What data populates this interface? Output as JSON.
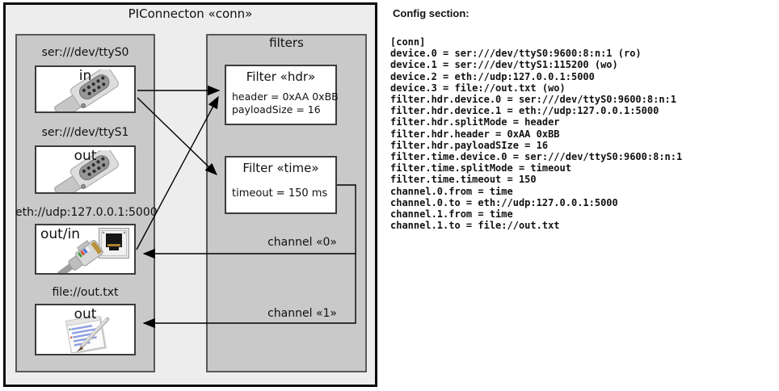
{
  "diagram": {
    "title": "PIConnecton «conn»",
    "filters_panel_title": "filters",
    "devices": [
      {
        "uri": "ser:///dev/ttyS0",
        "mode": "in",
        "icon": "serial-connector"
      },
      {
        "uri": "ser:///dev/ttyS1",
        "mode": "out",
        "icon": "serial-connector"
      },
      {
        "uri": "eth://udp:127.0.0.1:5000",
        "mode": "out/in",
        "icon": "ethernet-connector"
      },
      {
        "uri": "file://out.txt",
        "mode": "out",
        "icon": "notepad"
      }
    ],
    "filters": [
      {
        "title": "Filter «hdr»",
        "props": [
          "header = 0xAA 0xBB",
          "payloadSize = 16"
        ]
      },
      {
        "title": "Filter «time»",
        "props": [
          "timeout = 150 ms"
        ]
      }
    ],
    "channels": [
      {
        "label": "channel «0»"
      },
      {
        "label": "channel «1»"
      }
    ],
    "colors": {
      "frame_bg": "#ededed",
      "panel_bg": "#c9c9c9",
      "box_bg": "#ffffff",
      "line": "#000000"
    }
  },
  "config": {
    "title": "Config section:",
    "lines": [
      "[conn]",
      "device.0 = ser:///dev/ttyS0:9600:8:n:1 (ro)",
      "device.1 = ser:///dev/ttyS1:115200 (wo)",
      "device.2 = eth://udp:127.0.0.1:5000",
      "device.3 = file://out.txt (wo)",
      "filter.hdr.device.0 = ser:///dev/ttyS0:9600:8:n:1",
      "filter.hdr.device.1 = eth://udp:127.0.0.1:5000",
      "filter.hdr.splitMode = header",
      "filter.hdr.header = 0xAA 0xBB",
      "filter.hdr.payloadSIze = 16",
      "filter.time.device.0 = ser:///dev/ttyS0:9600:8:n:1",
      "filter.time.splitMode = timeout",
      "filter.time.timeout = 150",
      "channel.0.from = time",
      "channel.0.to = eth://udp:127.0.0.1:5000",
      "channel.1.from = time",
      "channel.1.to = file://out.txt"
    ]
  }
}
